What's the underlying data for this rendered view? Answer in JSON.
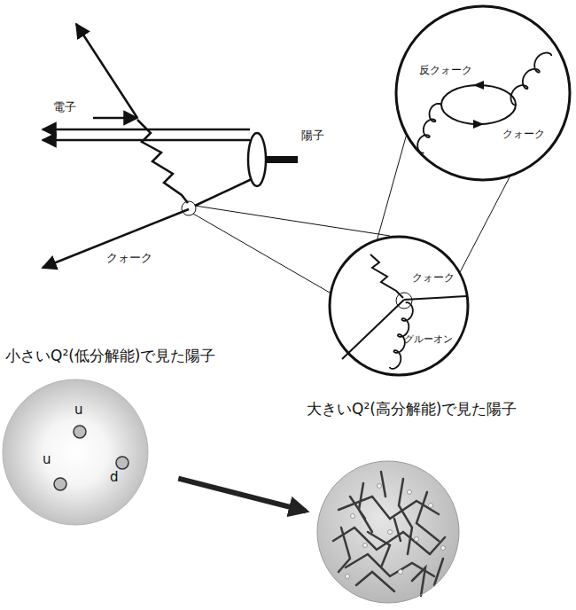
{
  "diagram": {
    "nodes": [
      {
        "text": [
          "反クォーク",
          "クォーク"
        ]
      },
      {
        "text": [
          "クォーク",
          "グルーオン"
        ]
      },
      {
        "text": [
          "小さいQ²(低分解能)で見た陽子",
          "u",
          "u",
          "d"
        ]
      },
      {
        "text": [
          "大きいQ²(高分解能)で見た陽子"
        ]
      }
    ],
    "edges": [
      {
        "from": 1,
        "to": 0,
        "arrow": "none"
      },
      {
        "from": 2,
        "to": 3,
        "arrow": "to"
      }
    ],
    "labels": [
      "電子",
      "陽子",
      "クォーク"
    ]
  }
}
